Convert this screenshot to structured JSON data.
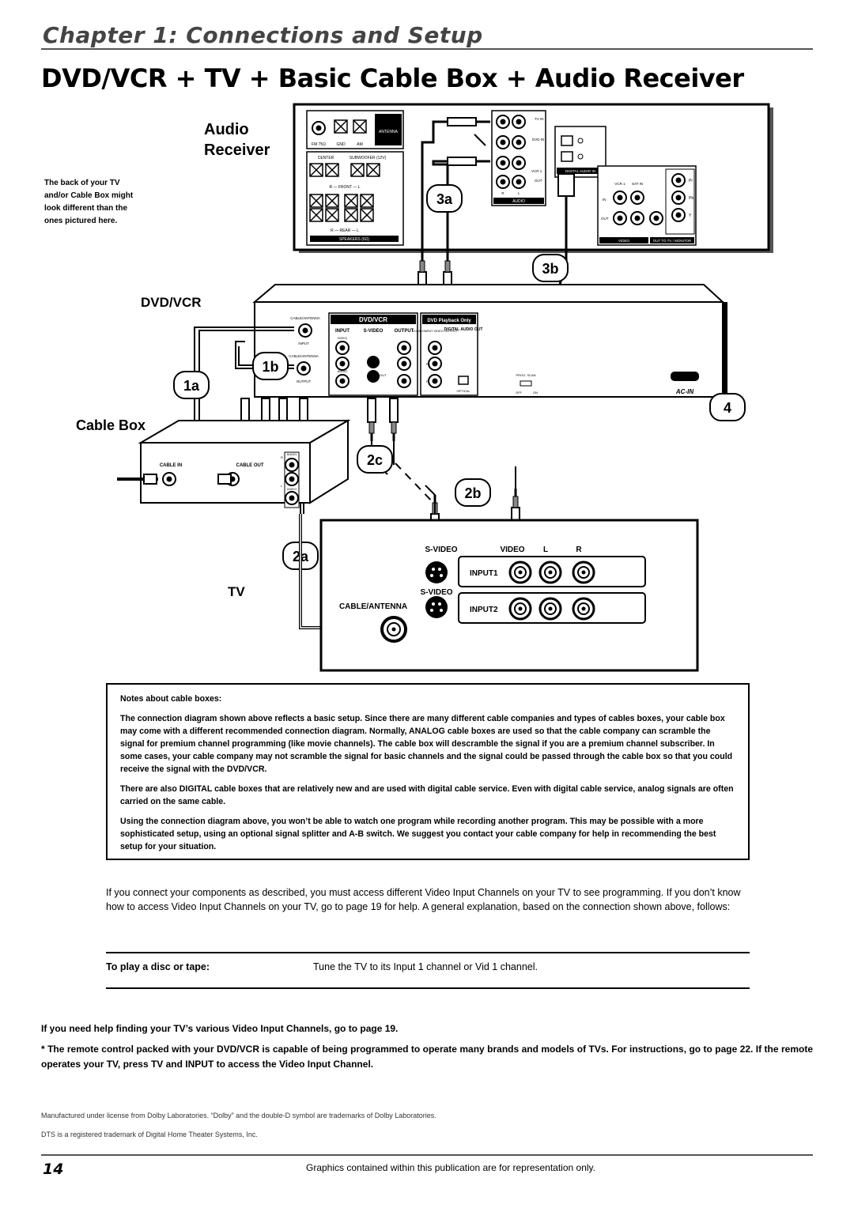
{
  "header": {
    "chapter": "Chapter 1: Connections and Setup",
    "title": "DVD/VCR + TV + Basic Cable Box + Audio Receiver"
  },
  "diagram": {
    "audio_receiver_label_1": "Audio",
    "audio_receiver_label_2": "Receiver",
    "back_of_tv_note": [
      "The back of your TV",
      "and/or Cable Box might",
      "look different than the",
      "ones pictured here."
    ],
    "dvdvcr_label": "DVD/VCR",
    "cable_box_label": "Cable Box",
    "tv_label": "TV",
    "steps": {
      "s1a": "1a",
      "s1b": "1b",
      "s2a": "2a",
      "s2b": "2b",
      "s2c": "2c",
      "s3a": "3a",
      "s3b": "3b",
      "s4": "4"
    },
    "receiver_panel": {
      "antenna": "ANTENNA",
      "fm75": "FM 75Ω",
      "gnd": "GND",
      "am": "AM",
      "center": "CENTER",
      "subwoofer": "SUBWOOFER (12V)",
      "front": "R — FRONT — L",
      "rear": "R — REAR — L",
      "speakers": "SPEAKERS (6Ω)",
      "tv_in": "TV IN",
      "dvd_in": "DVD IN",
      "vcr1": "VCR 1",
      "out": "OUT",
      "r": "R",
      "l": "L",
      "audio": "AUDIO",
      "digital_audio_in": "DIGITAL AUDIO IN",
      "vcr1_top": "VCR 1",
      "sat_in": "SAT IN",
      "in": "IN",
      "out2": "OUT",
      "video": "VIDEO",
      "out_to_tv": "OUT TO TV / MONITOR",
      "pr": "Pr",
      "pb": "Pb",
      "y": "Y"
    },
    "dvdvcr_panel": {
      "cable_antenna": "CABLE/ANTENNA",
      "input_small": "INPUT",
      "cable_antenna_2": "CABLE/ANTENNA",
      "output_small": "OUTPUT",
      "brand": "DVD/VCR",
      "input": "INPUT",
      "s_video": "S-VIDEO",
      "output": "OUTPUT",
      "video": "VIDEO",
      "audio": "AUDIO",
      "dvd_playback": "DVD Playback Only",
      "component_video_output": "COMPONENT VIDEO OUTPUT",
      "digital_audio_out": "DIGITAL AUDIO OUT",
      "optical": "OPTICAL",
      "prog_scan": "PROG. SCAN",
      "off": "OFF",
      "on": "ON",
      "ac_in": "AC-IN",
      "in": "IN",
      "out": "OUT",
      "y": "Y",
      "pb": "Pb",
      "pr": "Pr",
      "l": "L",
      "r": "R"
    },
    "cable_box_panel": {
      "cable_in": "CABLE IN",
      "cable_out": "CABLE OUT",
      "audio": "AUDIO",
      "r": "R",
      "l": "L",
      "video": "VIDEO"
    },
    "tv_panel": {
      "s_video_1": "S-VIDEO",
      "video": "VIDEO",
      "l": "L",
      "r": "R",
      "input1": "INPUT1",
      "s_video_2": "S-VIDEO",
      "cable_antenna": "CABLE/ANTENNA",
      "input2": "INPUT2"
    }
  },
  "notes": {
    "heading": "Notes about cable boxes:",
    "p1": "The connection diagram shown above reflects a basic setup. Since there are many different cable companies and types of cables boxes, your cable box may come with a different recommended connection diagram. Normally, ANALOG cable boxes are used so that the cable company can scramble the signal for premium channel programming (like movie channels). The cable box will descramble the signal if you are a premium channel subscriber. In some cases, your cable company may not scramble the signal for basic channels and the signal could be passed through the cable box so that you could receive the signal with the DVD/VCR.",
    "p2": "There are also DIGITAL cable boxes that are relatively new and are used with digital cable service. Even with digital cable service, analog signals are often carried on the same cable.",
    "p3": "Using the connection diagram above, you won’t be able to watch one program while recording another program. This may be possible with a more sophisticated setup, using an optional signal splitter and A-B switch. We suggest you contact your cable company for help in recommending the best setup for your situation."
  },
  "intro": "If you connect your components as described, you must access different Video Input Channels on your TV to see programming. If you don’t know how to access Video Input Channels on your TV, go to page 19 for help. A general explanation, based on the connection shown above, follows:",
  "table": {
    "label": "To play a disc or tape:",
    "value": "Tune the TV to its Input 1 channel or Vid 1 channel."
  },
  "help_line": "If you need help finding your TV’s various Video Input Channels, go to page 19.",
  "remote_line": "* The remote control packed with your DVD/VCR is capable of being programmed to operate many brands and models of TVs. For instructions, go to page 22. If the remote operates your TV, press TV and INPUT to access the Video Input Channel.",
  "footer": {
    "dolby": "Manufactured under license from Dolby Laboratories. “Dolby” and the double-D symbol are trademarks of Dolby Laboratories.",
    "dts": "DTS is a registered trademark of Digital Home Theater Systems, Inc.",
    "page_number": "14",
    "disclaimer": "Graphics contained within this publication are for representation only."
  }
}
